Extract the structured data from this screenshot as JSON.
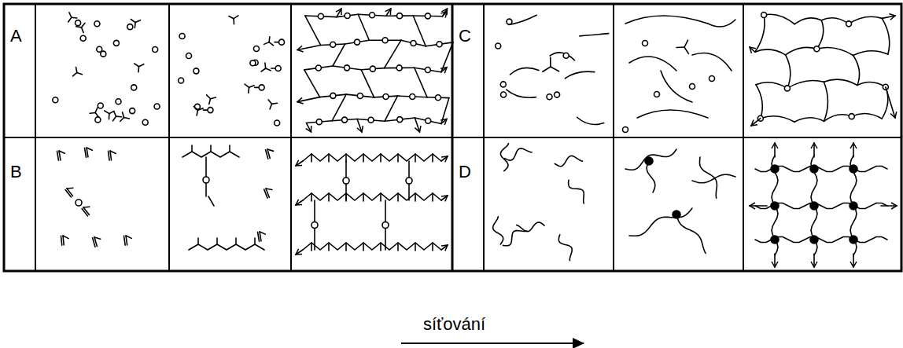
{
  "diagram": {
    "labels": [
      "A",
      "B",
      "C",
      "D",
      "síťování"
    ]
  }
}
